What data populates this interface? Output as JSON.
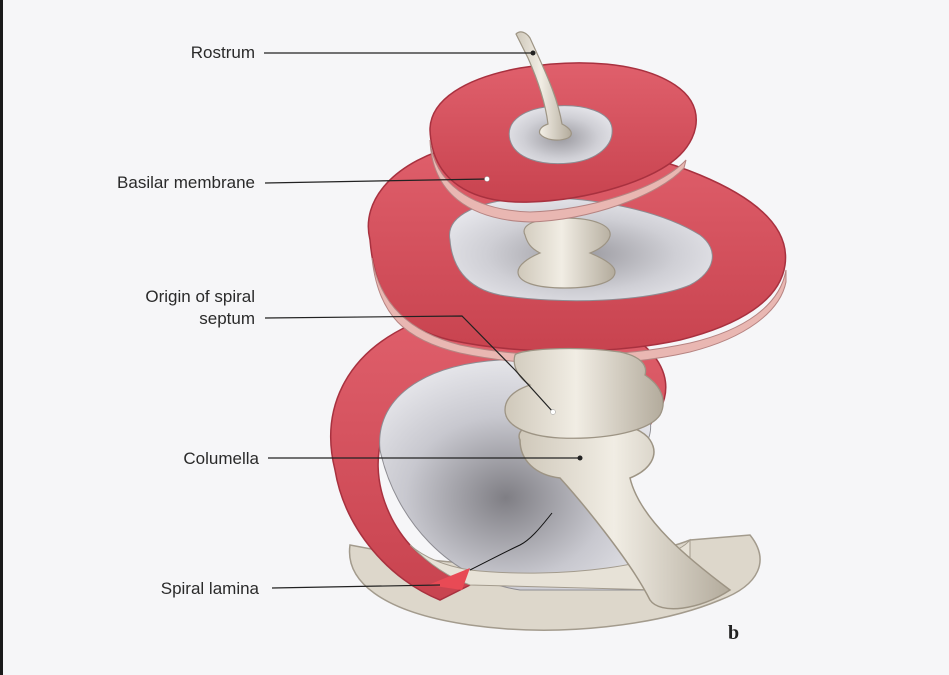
{
  "labels": {
    "rostrum": "Rostrum",
    "basilar_membrane": "Basilar membrane",
    "origin_line1": "Origin of spiral",
    "origin_line2": "septum",
    "columella": "Columella",
    "spiral_lamina": "Spiral lamina"
  },
  "panel_letter": "b",
  "colors": {
    "membrane": "#d84f5e",
    "membrane_dark": "#b83a4a",
    "membrane_edge": "#e8a9a6",
    "bone": "#e4dfd4",
    "bone_shadow": "#b9b1a3",
    "cavity": "#d9d9de",
    "cavity_shadow": "#8e8d92",
    "arrow": "#e84a55",
    "leader": "#222222"
  }
}
